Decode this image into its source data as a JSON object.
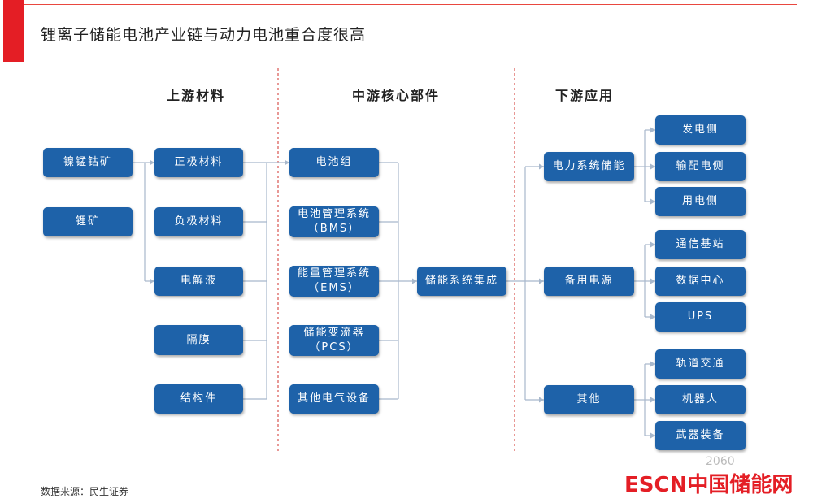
{
  "header": {
    "title": "锂离子储能电池产业链与动力电池重合度很高"
  },
  "sections": {
    "upstream": "上游材料",
    "midstream": "中游核心部件",
    "downstream": "下游应用"
  },
  "nodes": {
    "ni_mn_co": "镍锰钴矿",
    "lithium": "锂矿",
    "cathode": "正极材料",
    "anode": "负极材料",
    "electrolyte": "电解液",
    "separator": "隔膜",
    "structure": "结构件",
    "battery_pack": "电池组",
    "bms_line1": "电池管理系统",
    "bms_line2": "（BMS）",
    "ems_line1": "能量管理系统",
    "ems_line2": "（EMS）",
    "pcs_line1": "储能变流器",
    "pcs_line2": "（PCS）",
    "other_elec": "其他电气设备",
    "integration": "储能系统集成",
    "power_storage": "电力系统储能",
    "backup": "备用电源",
    "others": "其他",
    "gen_side": "发电侧",
    "grid_side": "输配电侧",
    "user_side": "用电侧",
    "telecom": "通信基站",
    "datacenter": "数据中心",
    "ups": "UPS",
    "rail": "轨道交通",
    "robot": "机器人",
    "weapon": "武器装备"
  },
  "footer": {
    "source": "数据来源：民生证券",
    "logo": "ESCN中国储能网",
    "watermark": "2060"
  },
  "colors": {
    "accent": "#e41e25",
    "node": "#1e62a9",
    "connector": "#a8b8cc",
    "divider": "#d9534f"
  }
}
